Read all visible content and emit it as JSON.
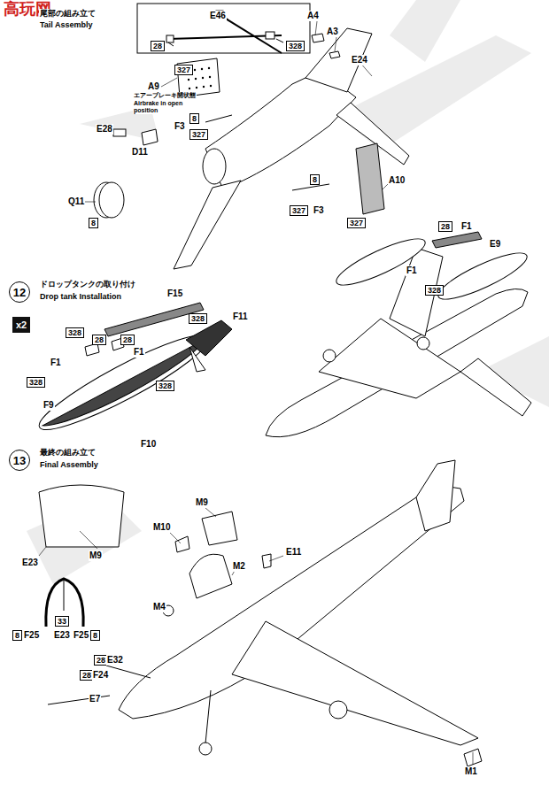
{
  "diagram": {
    "nodes": [
      {
        "text": [
          "28"
        ]
      },
      {
        "text": [
          "328"
        ]
      },
      {
        "text": [
          "327"
        ]
      },
      {
        "text": [
          "8"
        ]
      },
      {
        "text": [
          "327"
        ]
      },
      {
        "text": [
          "8"
        ]
      },
      {
        "text": [
          "8"
        ]
      },
      {
        "text": [
          "327"
        ]
      },
      {
        "text": [
          "327"
        ]
      },
      {
        "text": [
          "12"
        ]
      },
      {
        "text": [
          "x2"
        ]
      },
      {
        "text": [
          "328"
        ]
      },
      {
        "text": [
          "328"
        ]
      },
      {
        "text": [
          "28"
        ]
      },
      {
        "text": [
          "28"
        ]
      },
      {
        "text": [
          "328"
        ]
      },
      {
        "text": [
          "328"
        ]
      },
      {
        "text": [
          "28"
        ]
      },
      {
        "text": [
          "328"
        ]
      },
      {
        "text": [
          "13"
        ]
      },
      {
        "text": [
          "33"
        ]
      },
      {
        "text": [
          "8"
        ]
      },
      {
        "text": [
          "8"
        ]
      },
      {
        "text": [
          "28"
        ]
      },
      {
        "text": [
          "28"
        ]
      }
    ],
    "labels": [
      "高玩网",
      "尾部の組み立て",
      "Tail Assembly",
      "E46",
      "A4",
      "A3",
      "E24",
      "A9",
      "エアーブレーキ開状態",
      "Airbrake in open position",
      "F3",
      "E28",
      "D11",
      "Q11",
      "A10",
      "F3",
      "ドロップタンクの取り付け",
      "Drop tank Installation",
      "F15",
      "F1",
      "F1",
      "F11",
      "F9",
      "F10",
      "F1",
      "F1",
      "E9",
      "最終の組み立て",
      "Final Assembly",
      "E23",
      "M9",
      "F25",
      "E23",
      "F25",
      "M10",
      "M9",
      "M2",
      "E11",
      "M4",
      "E32",
      "F24",
      "E7",
      "M1"
    ]
  }
}
